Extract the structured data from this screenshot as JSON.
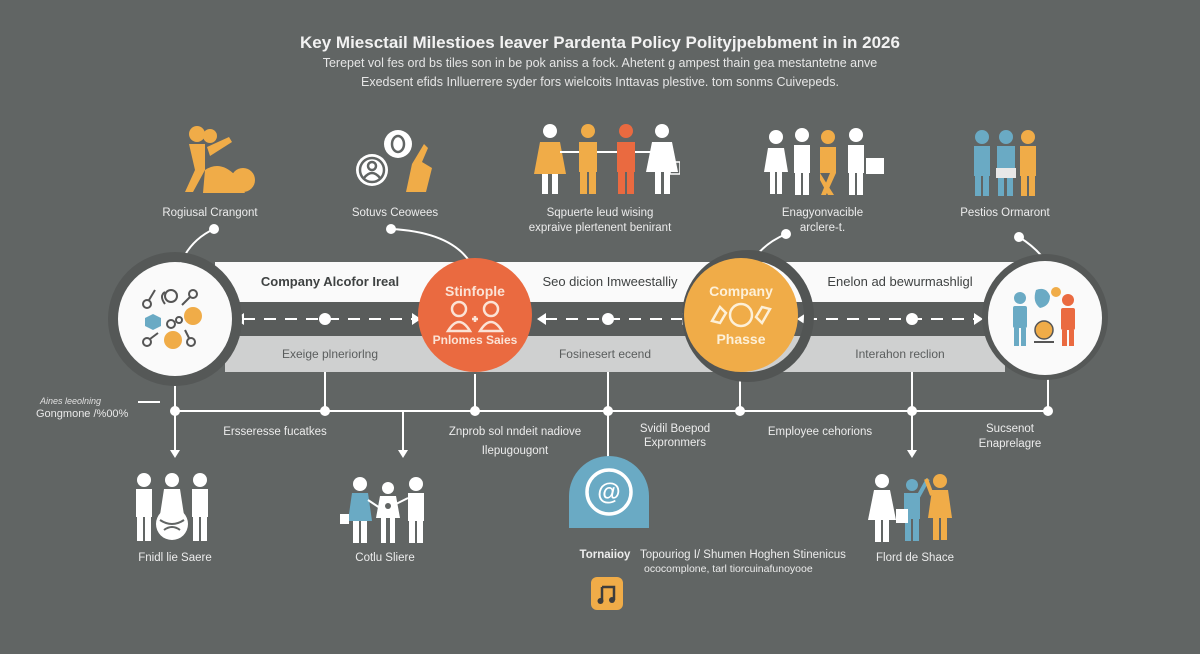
{
  "header": {
    "title": "Key Miesctail Milestioes leaver Pardenta Policy Polityjpebbment in in 2026",
    "subtitle_line1": "Terepet vol fes ord bs tiles son in be pok aniss a fock. Ahetent g ampest thain gea mestantetne anve",
    "subtitle_line2": "Exedsent efids Inlluerrere syder fors wielcoits Inttavas plestive. tom sonms Cuivepeds."
  },
  "top_icons": [
    {
      "icon": "people-caring-icon",
      "label": "Rogiusal Crangont"
    },
    {
      "icon": "search-person-hand-icon",
      "label": "Sotuvs Ceowees"
    },
    {
      "icon": "group-holding-hands-icon",
      "label_line1": "Sqpuerte leud wising",
      "label_line2": "expraive plertenent benirant"
    },
    {
      "icon": "family-briefcase-icon",
      "label_line1": "Enagyonvacible",
      "label_line2": "arclere-t."
    },
    {
      "icon": "family-group-icon",
      "label": "Pestios Ormaront"
    }
  ],
  "timeline": {
    "top_band": [
      "Company Alcofor Ireal",
      "Seo dicion Imweestalliy",
      "Enelon ad bewurmashligl"
    ],
    "bottom_band": [
      "Exeige plneriorlng",
      "Fosinesert ecend",
      "Interahon reclion"
    ],
    "nodes": [
      {
        "type": "icon",
        "icon": "network-molecules-icon"
      },
      {
        "type": "phase",
        "title": "Stinfople",
        "icon": "two-people-icon",
        "caption": "Pnlomes Saies",
        "color": "#ea6a40"
      },
      {
        "type": "phase",
        "title": "Company",
        "icon": "cycle-arrows-icon",
        "caption": "Phasse",
        "color": "#f0ac48"
      },
      {
        "type": "icon",
        "icon": "people-discussion-icon"
      }
    ]
  },
  "side_note": {
    "line1": "Aines leeolning",
    "line2": "Gongmone /%00%"
  },
  "lower_labels": [
    {
      "label": "Ersseresse fucatkes"
    },
    {
      "label_line1": "Znprob sol nndeit nadiove",
      "label_line2": "Ilepugougont"
    },
    {
      "label_line1": "Svidil Boepod",
      "label_line2": "Expronmers"
    },
    {
      "label": "Employee cehorions"
    },
    {
      "label_line1": "Sucsenot",
      "label_line2": "Enaprelagre"
    }
  ],
  "bottom_icons": [
    {
      "icon": "family-globe-icon",
      "label": "Fnidl lie Saere"
    },
    {
      "icon": "family-shopping-icon",
      "label": "Cotlu Sliere"
    },
    {
      "icon": "at-sign-icon",
      "label": "Tornaiioy",
      "desc_line1": "Topouriog I/ Shumen Hoghen Stinenicus",
      "desc_line2": "ococomplone, tarl tiorcuinafunoyooe"
    },
    {
      "icon": "music-note-icon"
    },
    {
      "icon": "family-celebration-icon",
      "label": "Flord de Shace"
    }
  ],
  "colors": {
    "background": "#616564",
    "orange": "#ea6a40",
    "yellow": "#f0ac48",
    "blue": "#6aaac4",
    "white": "#fafafa"
  }
}
